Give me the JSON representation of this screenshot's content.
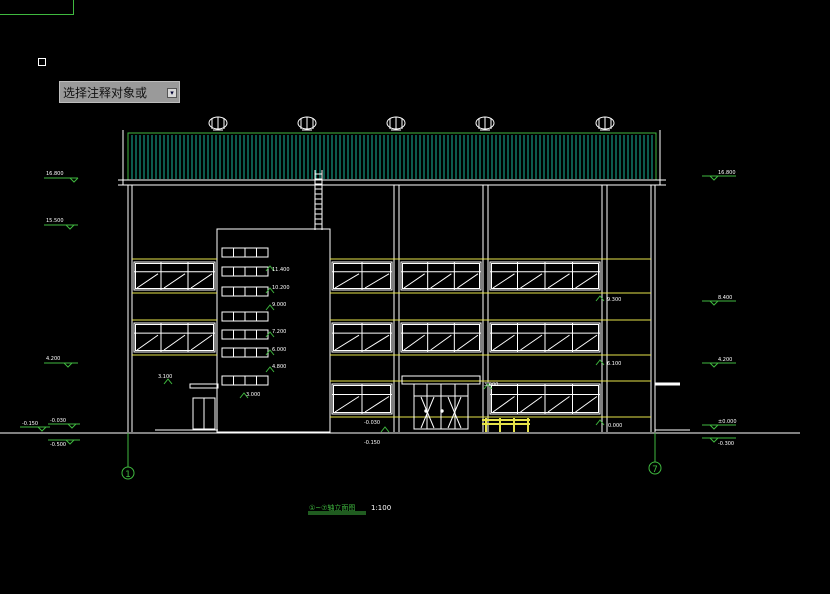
{
  "colors": {
    "background": "#000000",
    "wall": "#ffffff",
    "green": "#3fb93f",
    "yellow": "#e6e34a",
    "roof_teal": "#19b59a",
    "prompt_bg": "#9a9a9a"
  },
  "command_prompt": {
    "text": "选择注释对象或",
    "button_icon": "dropdown-arrow-icon"
  },
  "drawing": {
    "title": "①~⑦轴立面图",
    "scale": "1:100",
    "axis_left": "1",
    "axis_right": "7",
    "elevations_left": [
      "16.800",
      "15.500",
      "4.200",
      "-0.150",
      "-0.030",
      "-0.500"
    ],
    "elevations_right": [
      "16.800",
      "8.400",
      "4.200",
      "±0.000",
      "-0.300"
    ],
    "stair_levels": [
      "11.400",
      "10.200",
      "9.000",
      "7.200",
      "6.000",
      "4.800",
      "3.000"
    ],
    "floor_levels": [
      "9.300",
      "6.100",
      "3.000",
      "0.000"
    ],
    "misc_levels": [
      "3.100",
      "-0.030",
      "-0.150"
    ]
  }
}
